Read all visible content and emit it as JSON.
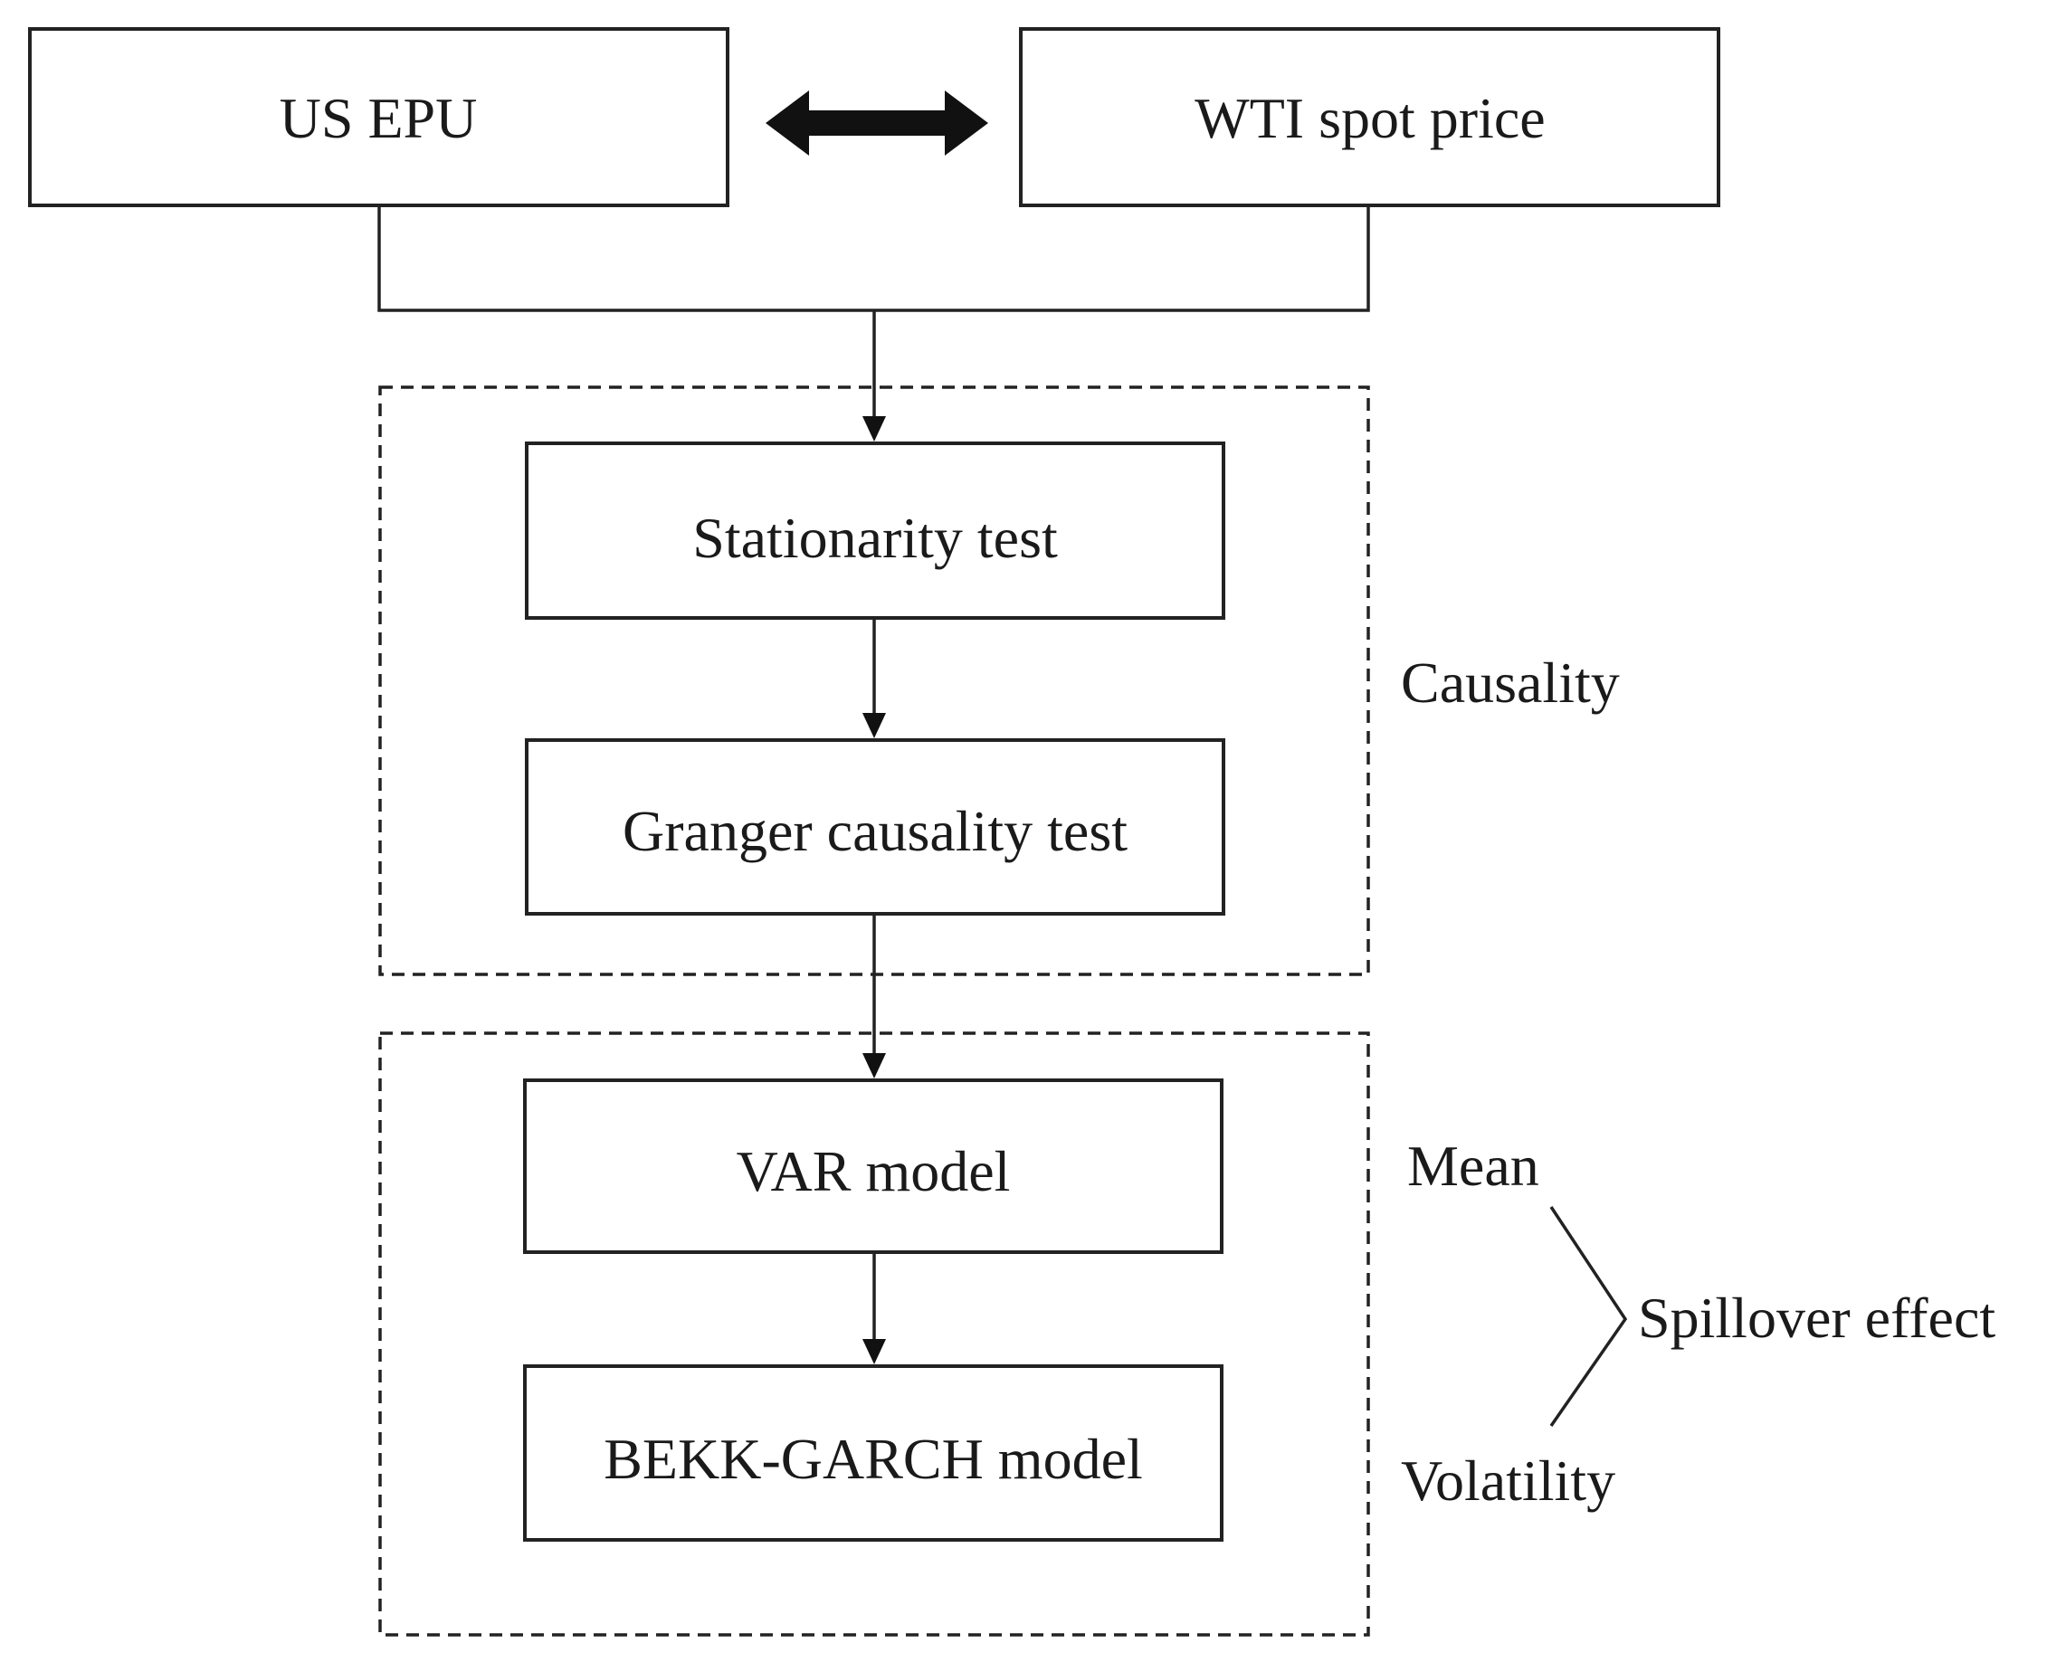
{
  "nodes": {
    "us_epu": "US EPU",
    "wti_spot_price": "WTI spot price",
    "stationarity_test": "Stationarity test",
    "granger_causality_test": "Granger causality test",
    "var_model": "VAR model",
    "bekk_garch_model": "BEKK-GARCH model"
  },
  "groups": {
    "causality": "Causality",
    "mean": "Mean",
    "volatility": "Volatility",
    "spillover_effect": "Spillover effect"
  }
}
